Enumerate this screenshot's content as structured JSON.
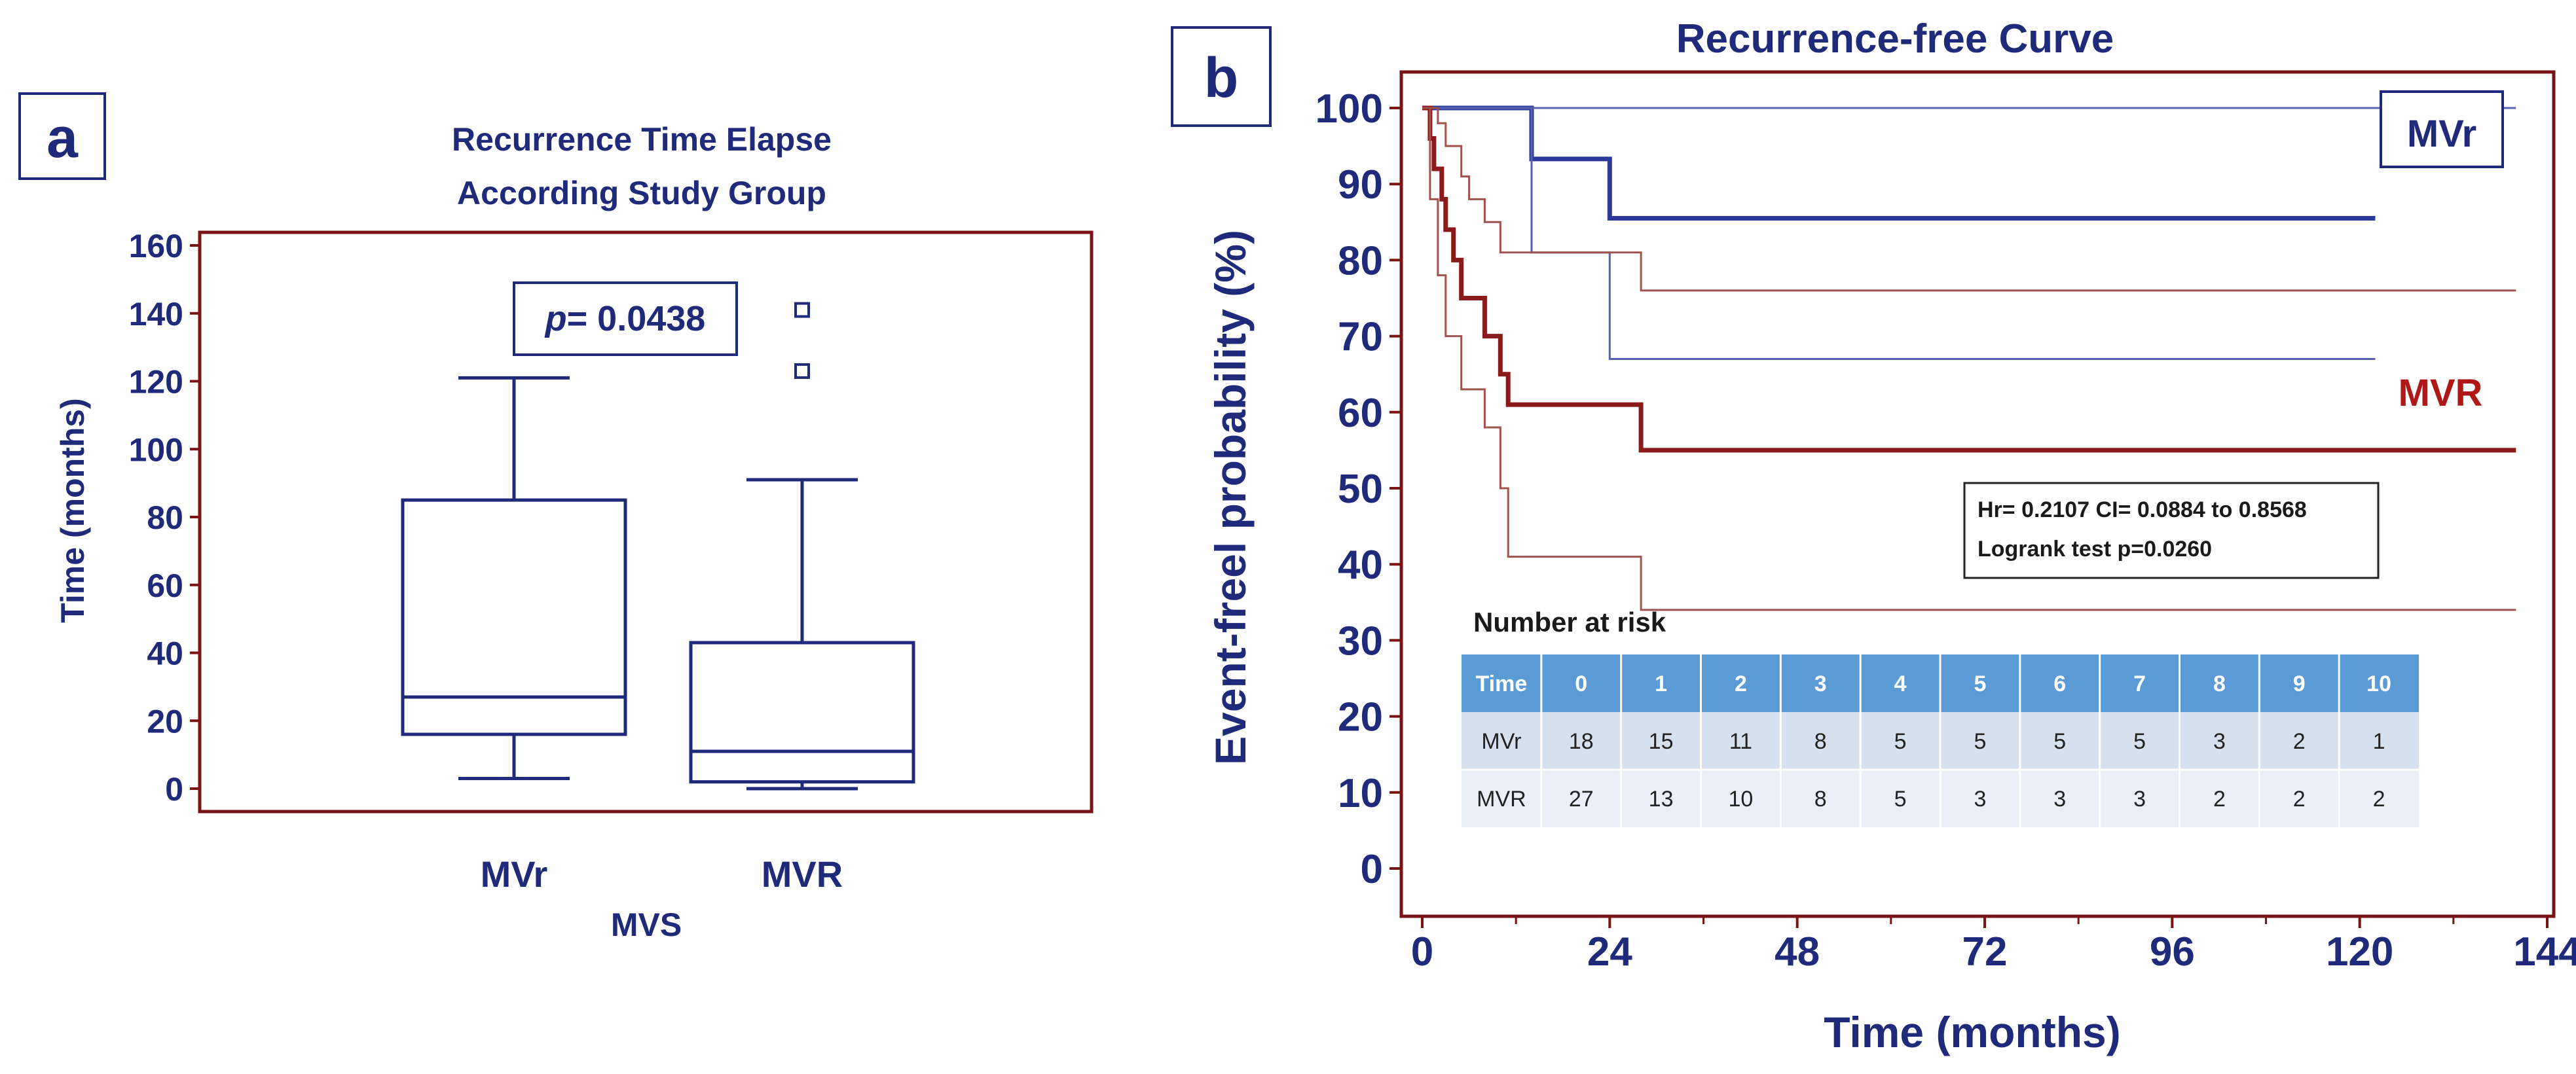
{
  "panel_a": {
    "letter": "a",
    "title_line1": "Recurrence Time Elapse",
    "title_line2": "According Study Group",
    "ylabel": "Time (months)",
    "xlabel": "MVS",
    "pvalue_italic": "p",
    "pvalue_rest": "= 0.0438"
  },
  "panel_b": {
    "letter": "b",
    "title": "Recurrence-free Curve",
    "ylabel": "Event-freel probability (%)",
    "xlabel": "Time (months)",
    "label_mvr_small": "MVr",
    "label_mvr_big": "MVR",
    "stats_line1": "Hr= 0.2107 CI= 0.0884 to 0.8568",
    "stats_line2": "Logrank test p=0.0260",
    "risk_title": "Number at risk",
    "risk_table": {
      "header": [
        "Time",
        "0",
        "1",
        "2",
        "3",
        "4",
        "5",
        "6",
        "7",
        "8",
        "9",
        "10"
      ],
      "rows": [
        [
          "MVr",
          "18",
          "15",
          "11",
          "8",
          "5",
          "5",
          "5",
          "5",
          "3",
          "2",
          "1"
        ],
        [
          "MVR",
          "27",
          "13",
          "10",
          "8",
          "5",
          "3",
          "3",
          "3",
          "2",
          "2",
          "2"
        ]
      ]
    }
  },
  "colors": {
    "navy": "#1f2a7a",
    "maroon": "#7a1414",
    "series_red": "#9b1b1b",
    "table_header": "#5b9bd5",
    "table_row1": "#d6e1f0",
    "table_row2": "#ebf0f8"
  },
  "chart_data": [
    {
      "type": "box",
      "categories": [
        "MVr",
        "MVR"
      ],
      "ylim": [
        0,
        160
      ],
      "yticks": [
        0,
        20,
        40,
        60,
        80,
        100,
        120,
        140,
        160
      ],
      "boxes": [
        {
          "name": "MVr",
          "whisker_low": 3,
          "q1": 16,
          "median": 27,
          "q3": 85,
          "whisker_high": 121,
          "outliers": []
        },
        {
          "name": "MVR",
          "whisker_low": 0,
          "q1": 2,
          "median": 11,
          "q3": 43,
          "whisker_high": 91,
          "outliers": [
            123,
            141
          ]
        }
      ]
    },
    {
      "type": "line",
      "step": true,
      "xlim": [
        0,
        144
      ],
      "ylim": [
        0,
        100
      ],
      "xticks": [
        0,
        24,
        48,
        72,
        96,
        120,
        144
      ],
      "yticks": [
        0,
        10,
        20,
        30,
        40,
        50,
        60,
        70,
        80,
        90,
        100
      ],
      "series": [
        {
          "name": "MVr",
          "role": "estimate",
          "color": "#2b3a9c",
          "points": [
            [
              0,
              100
            ],
            [
              14,
              100
            ],
            [
              14,
              93.3
            ],
            [
              24,
              93.3
            ],
            [
              24,
              85.5
            ],
            [
              122,
              85.5
            ]
          ]
        },
        {
          "name": "MVr",
          "role": "upper-ci",
          "color": "#5560b0",
          "points": [
            [
              0,
              100
            ],
            [
              140,
              100
            ]
          ]
        },
        {
          "name": "MVr",
          "role": "lower-ci",
          "color": "#5560b0",
          "points": [
            [
              0,
              100
            ],
            [
              14,
              100
            ],
            [
              14,
              81
            ],
            [
              24,
              81
            ],
            [
              24,
              67
            ],
            [
              122,
              67
            ]
          ]
        },
        {
          "name": "MVR",
          "role": "estimate",
          "color": "#8b1a1a",
          "points": [
            [
              0,
              100
            ],
            [
              1,
              100
            ],
            [
              1,
              96
            ],
            [
              1.5,
              96
            ],
            [
              1.5,
              92
            ],
            [
              2.5,
              92
            ],
            [
              2.5,
              88
            ],
            [
              3,
              88
            ],
            [
              3,
              84
            ],
            [
              4,
              84
            ],
            [
              4,
              80
            ],
            [
              5,
              80
            ],
            [
              5,
              75
            ],
            [
              8,
              75
            ],
            [
              8,
              70
            ],
            [
              10,
              70
            ],
            [
              10,
              65
            ],
            [
              11,
              65
            ],
            [
              11,
              61
            ],
            [
              28,
              61
            ],
            [
              28,
              55
            ],
            [
              140,
              55
            ]
          ]
        },
        {
          "name": "MVR",
          "role": "upper-ci",
          "color": "#a0524d",
          "points": [
            [
              0,
              100
            ],
            [
              2,
              100
            ],
            [
              2,
              98
            ],
            [
              3,
              98
            ],
            [
              3,
              95
            ],
            [
              5,
              95
            ],
            [
              5,
              91
            ],
            [
              6,
              91
            ],
            [
              6,
              88
            ],
            [
              8,
              88
            ],
            [
              8,
              85
            ],
            [
              10,
              85
            ],
            [
              10,
              81
            ],
            [
              28,
              81
            ],
            [
              28,
              76
            ],
            [
              140,
              76
            ]
          ]
        },
        {
          "name": "MVR",
          "role": "lower-ci",
          "color": "#a0524d",
          "points": [
            [
              0,
              100
            ],
            [
              1,
              100
            ],
            [
              1,
              88
            ],
            [
              2,
              88
            ],
            [
              2,
              78
            ],
            [
              3,
              78
            ],
            [
              3,
              70
            ],
            [
              5,
              70
            ],
            [
              5,
              63
            ],
            [
              8,
              63
            ],
            [
              8,
              58
            ],
            [
              10,
              58
            ],
            [
              10,
              50
            ],
            [
              11,
              50
            ],
            [
              11,
              41
            ],
            [
              28,
              41
            ],
            [
              28,
              34
            ],
            [
              140,
              34
            ]
          ]
        }
      ]
    }
  ]
}
